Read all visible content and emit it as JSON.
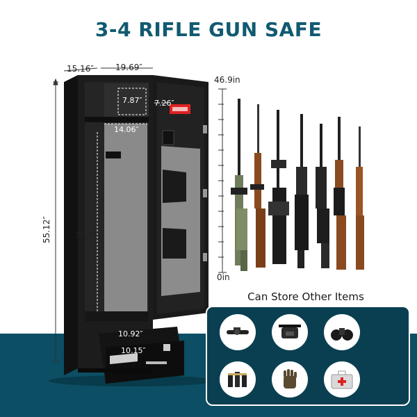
{
  "title": "3-4 RIFLE GUN SAFE",
  "dimensions": {
    "depth": "15.16″",
    "width": "19.69″",
    "height": "55.12″",
    "shelf_depth": "7.87″",
    "shelf_height": "7.26″",
    "shelf_width": "14.06″",
    "interior_height": "39.24″",
    "drawer_width": "10.92″",
    "drawer_depth": "10.15″"
  },
  "ruler": {
    "top_label": "46.9in",
    "bottom_label": "0in"
  },
  "store": {
    "label": "Can Store Other Items",
    "items": [
      {
        "icon": "scope-icon"
      },
      {
        "icon": "holster-bag-icon"
      },
      {
        "icon": "binoculars-icon"
      },
      {
        "icon": "magazines-icon"
      },
      {
        "icon": "gloves-icon"
      },
      {
        "icon": "first-aid-kit-icon"
      }
    ]
  },
  "colors": {
    "title": "#115a71",
    "band": "#0c4e63",
    "safe_body": "#1c1c1c",
    "felt": "#8a8a8a"
  }
}
